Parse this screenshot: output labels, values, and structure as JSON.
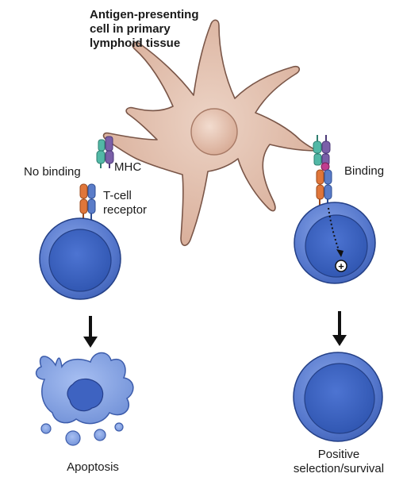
{
  "apc_label": [
    "Antigen-presenting",
    "cell in primary",
    "lymphoid tissue"
  ],
  "mhc_label": "MHC",
  "tcr_label": [
    "T-cell",
    "receptor"
  ],
  "no_binding_label": "No binding",
  "binding_label": "Binding",
  "apoptosis_label": "Apoptosis",
  "positive_label": [
    "Positive",
    "selection/survival"
  ],
  "plus_symbol": "+",
  "colors": {
    "apc_fill": "#e0bfae",
    "apc_stroke": "#7a5648",
    "tcell_fill": "#5577cc",
    "tcell_inner": "#3a62c0",
    "tcell_stroke": "#233f86",
    "mhc_teal": "#52b8a6",
    "mhc_purple": "#7a5fa8",
    "tcr_orange": "#e0763a",
    "tcr_blue": "#5a7cc8",
    "antigen": "#c13d8e",
    "arrow": "#111111"
  }
}
